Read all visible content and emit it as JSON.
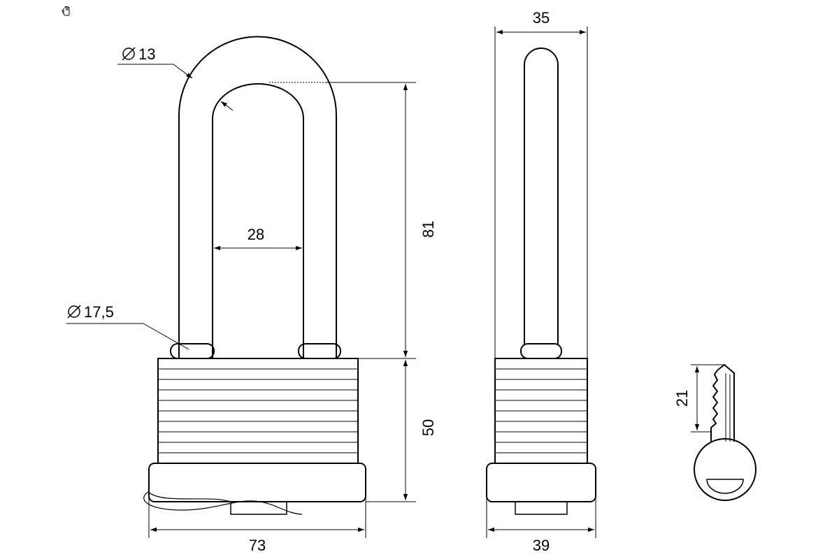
{
  "cursor": {
    "icon": "hand-cursor-icon"
  },
  "front_view": {
    "shackle_wire_diameter": "13",
    "shackle_inner_width": "28",
    "shackle_height": "81",
    "body_height": "50",
    "body_width": "73",
    "shackle_foot_diameter": "17,5"
  },
  "side_view": {
    "top_width": "35",
    "bottom_width": "39"
  },
  "key": {
    "blade_length": "21"
  },
  "colors": {
    "line": "#000000",
    "background": "#ffffff"
  }
}
